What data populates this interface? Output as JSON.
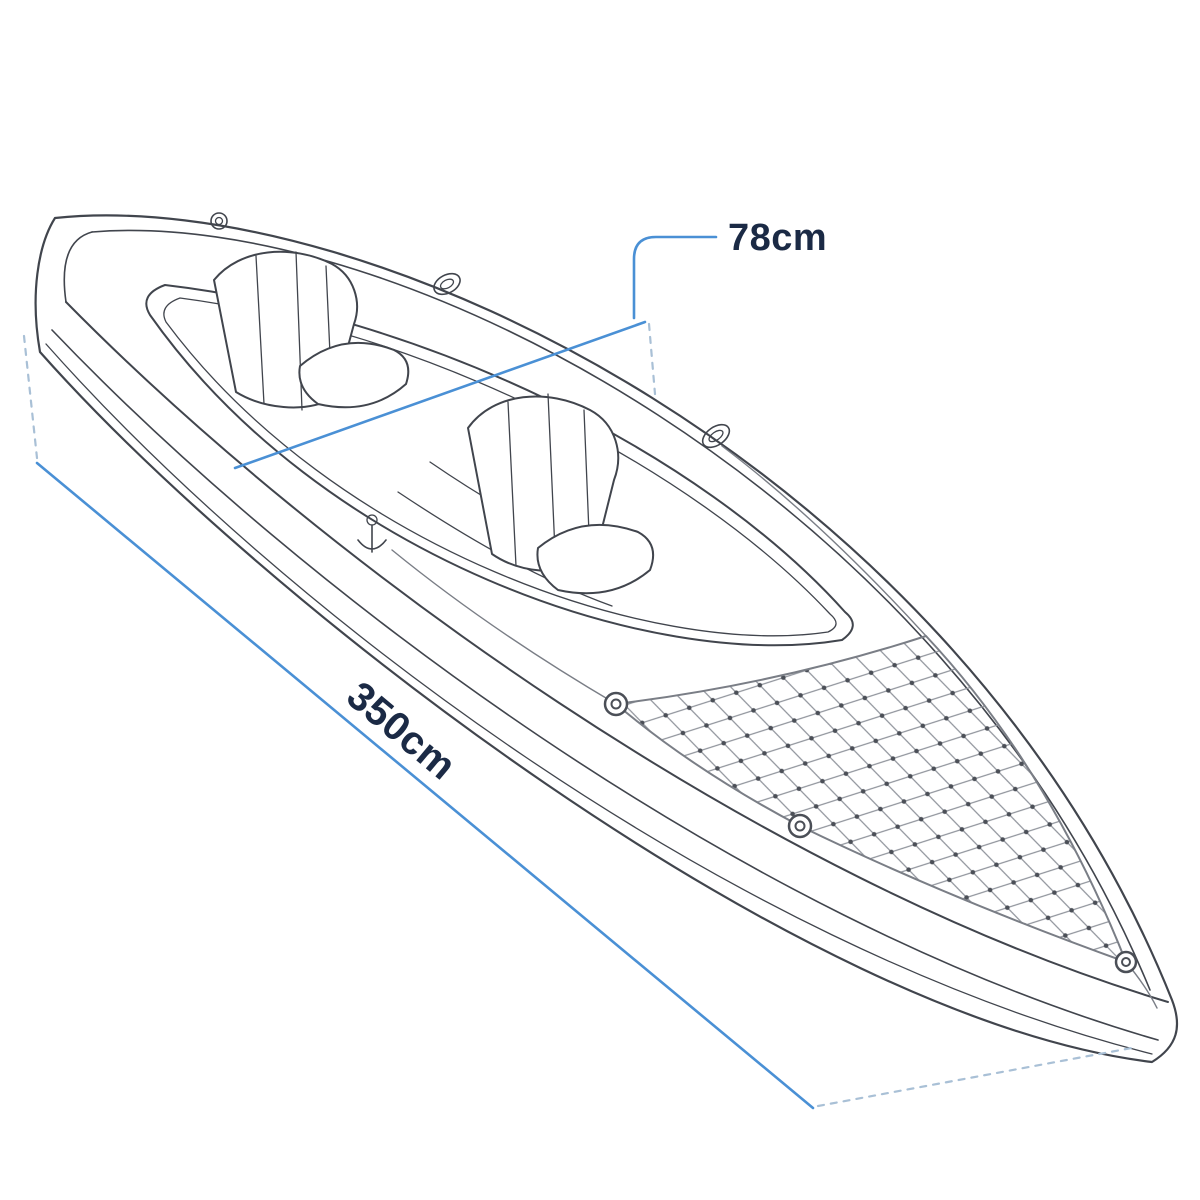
{
  "diagram": {
    "subject": "inflatable-tandem-kayak-dimension-drawing",
    "labels": {
      "width": "78cm",
      "length": "350cm"
    },
    "colors": {
      "background": "#ffffff",
      "ink": "#41454d",
      "accent": "#4a90d5",
      "guide": "#a9c0d6",
      "label": "#1b2a45",
      "net": "#8f939b",
      "rope": "#7a7e86"
    }
  }
}
